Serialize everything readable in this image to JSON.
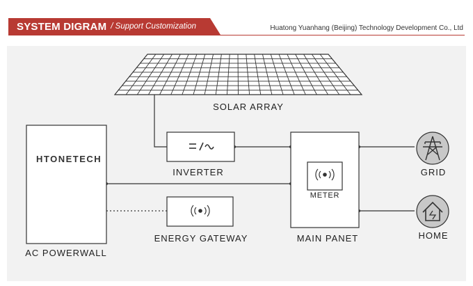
{
  "header": {
    "title": "SYSTEM DIGRAM",
    "subtitle": "/ Support Customization",
    "company": "Huatong Yuanhang (Beijing) Technology Development Co., Ltd"
  },
  "colors": {
    "accent": "#b83a33",
    "background": "#f2f2f2",
    "line": "#333333"
  },
  "diagram": {
    "brand": "HTONETECH",
    "nodes": {
      "solar_array": "SOLAR ARRAY",
      "inverter": "INVERTER",
      "energy_gateway": "ENERGY GATEWAY",
      "main_panel": "MAIN PANET",
      "meter": "METER",
      "grid": "GRID",
      "home": "HOME",
      "powerwall": "AC POWERWALL"
    },
    "icons": {
      "inverter": "dc-ac-icon",
      "gateway": "wireless-signal-icon",
      "meter": "wireless-signal-icon",
      "grid": "transmission-tower-icon",
      "home": "house-icon"
    }
  }
}
